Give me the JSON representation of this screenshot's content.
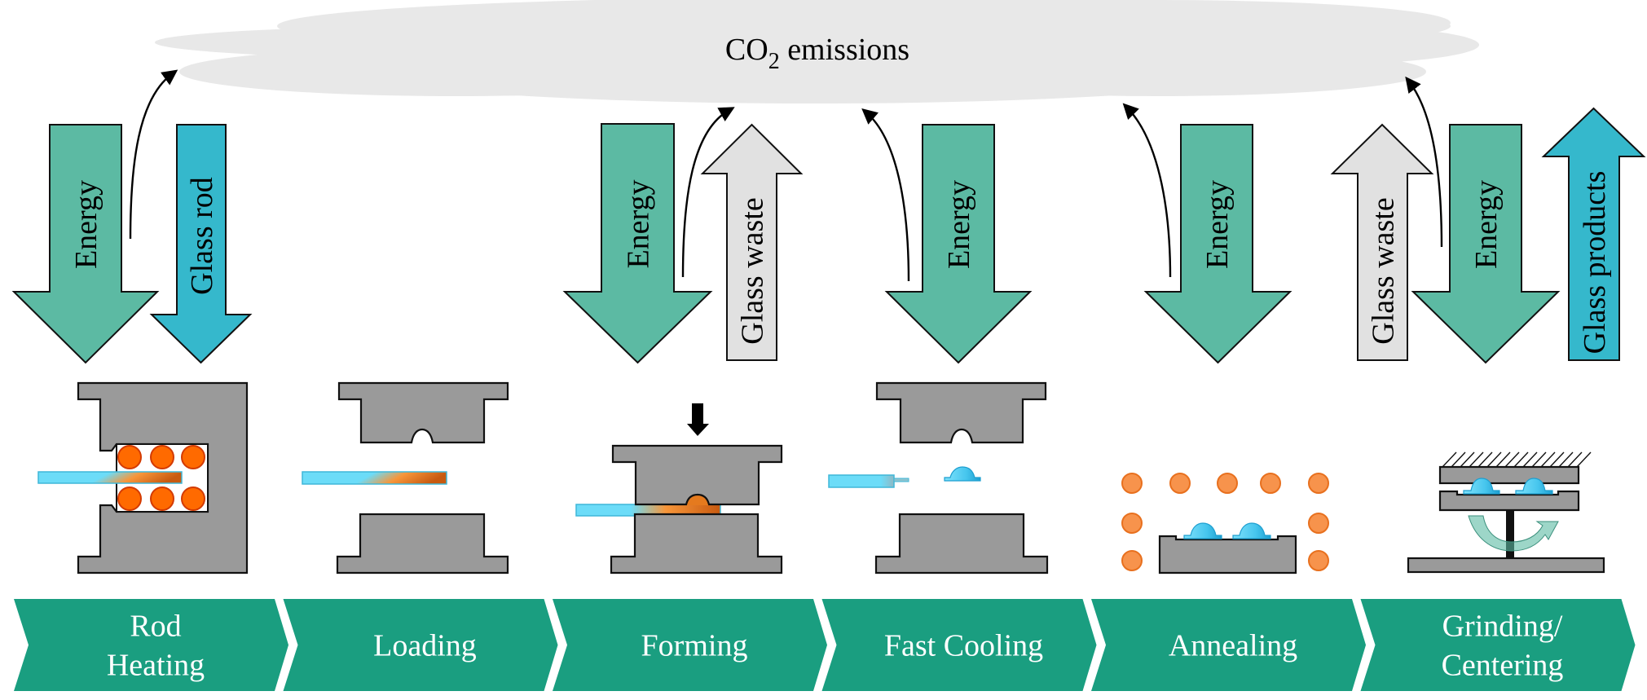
{
  "cloud": {
    "label_main": "CO",
    "label_sub": "2",
    "label_rest": " emissions",
    "color": "#e8e8e8"
  },
  "colors": {
    "energy": "#5cbaa3",
    "glass_input": "#35b8cc",
    "glass_waste": "#e1e1e1",
    "stage_banner": "#1a9e80",
    "mold": "#9a9a9a",
    "heater": "#ff6a00",
    "anneal_heater": "#f7934c",
    "glass": "#6cdcf8",
    "hot_glass": "#c85a10"
  },
  "stages": [
    {
      "id": "rod-heating",
      "label_lines": [
        "Rod",
        "Heating"
      ],
      "flows": [
        {
          "type": "energy",
          "direction": "in",
          "label": "Energy"
        },
        {
          "type": "glass_input",
          "direction": "in",
          "label": "Glass rod"
        }
      ],
      "emits_co2": true
    },
    {
      "id": "loading",
      "label_lines": [
        "Loading"
      ],
      "flows": [],
      "emits_co2": false
    },
    {
      "id": "forming",
      "label_lines": [
        "Forming"
      ],
      "flows": [
        {
          "type": "energy",
          "direction": "in",
          "label": "Energy"
        },
        {
          "type": "glass_waste",
          "direction": "out",
          "label": "Glass waste"
        }
      ],
      "emits_co2": true
    },
    {
      "id": "fast-cooling",
      "label_lines": [
        "Fast Cooling"
      ],
      "flows": [
        {
          "type": "energy",
          "direction": "in",
          "label": "Energy"
        }
      ],
      "emits_co2": true
    },
    {
      "id": "annealing",
      "label_lines": [
        "Annealing"
      ],
      "flows": [
        {
          "type": "energy",
          "direction": "in",
          "label": "Energy"
        }
      ],
      "emits_co2": true
    },
    {
      "id": "grinding-centering",
      "label_lines": [
        "Grinding/",
        "Centering"
      ],
      "flows": [
        {
          "type": "glass_waste",
          "direction": "out",
          "label": "Glass waste"
        },
        {
          "type": "energy",
          "direction": "in",
          "label": "Energy"
        },
        {
          "type": "glass_product",
          "direction": "out",
          "label": "Glass products"
        }
      ],
      "emits_co2": true
    }
  ]
}
